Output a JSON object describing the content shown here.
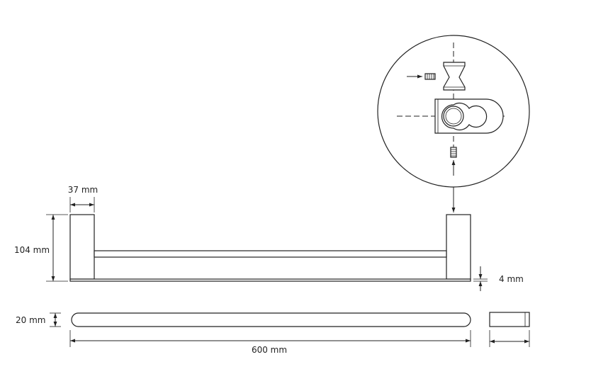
{
  "dimensions": {
    "width_label": "37 mm",
    "height_label": "104 mm",
    "thickness_label": "4 mm",
    "depth_label": "20 mm",
    "length_label": "600 mm"
  },
  "colors": {
    "line": "#222222",
    "background": "#ffffff"
  }
}
